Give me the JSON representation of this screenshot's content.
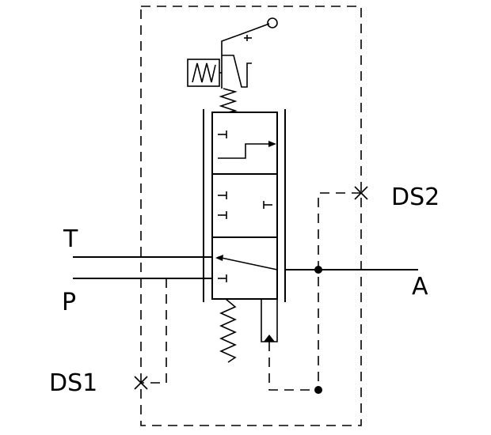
{
  "diagram": {
    "labels": {
      "tank_port": "T",
      "pressure_port": "P",
      "work_port": "A",
      "pilot_drain_1": "DS1",
      "pilot_drain_2": "DS2"
    }
  }
}
